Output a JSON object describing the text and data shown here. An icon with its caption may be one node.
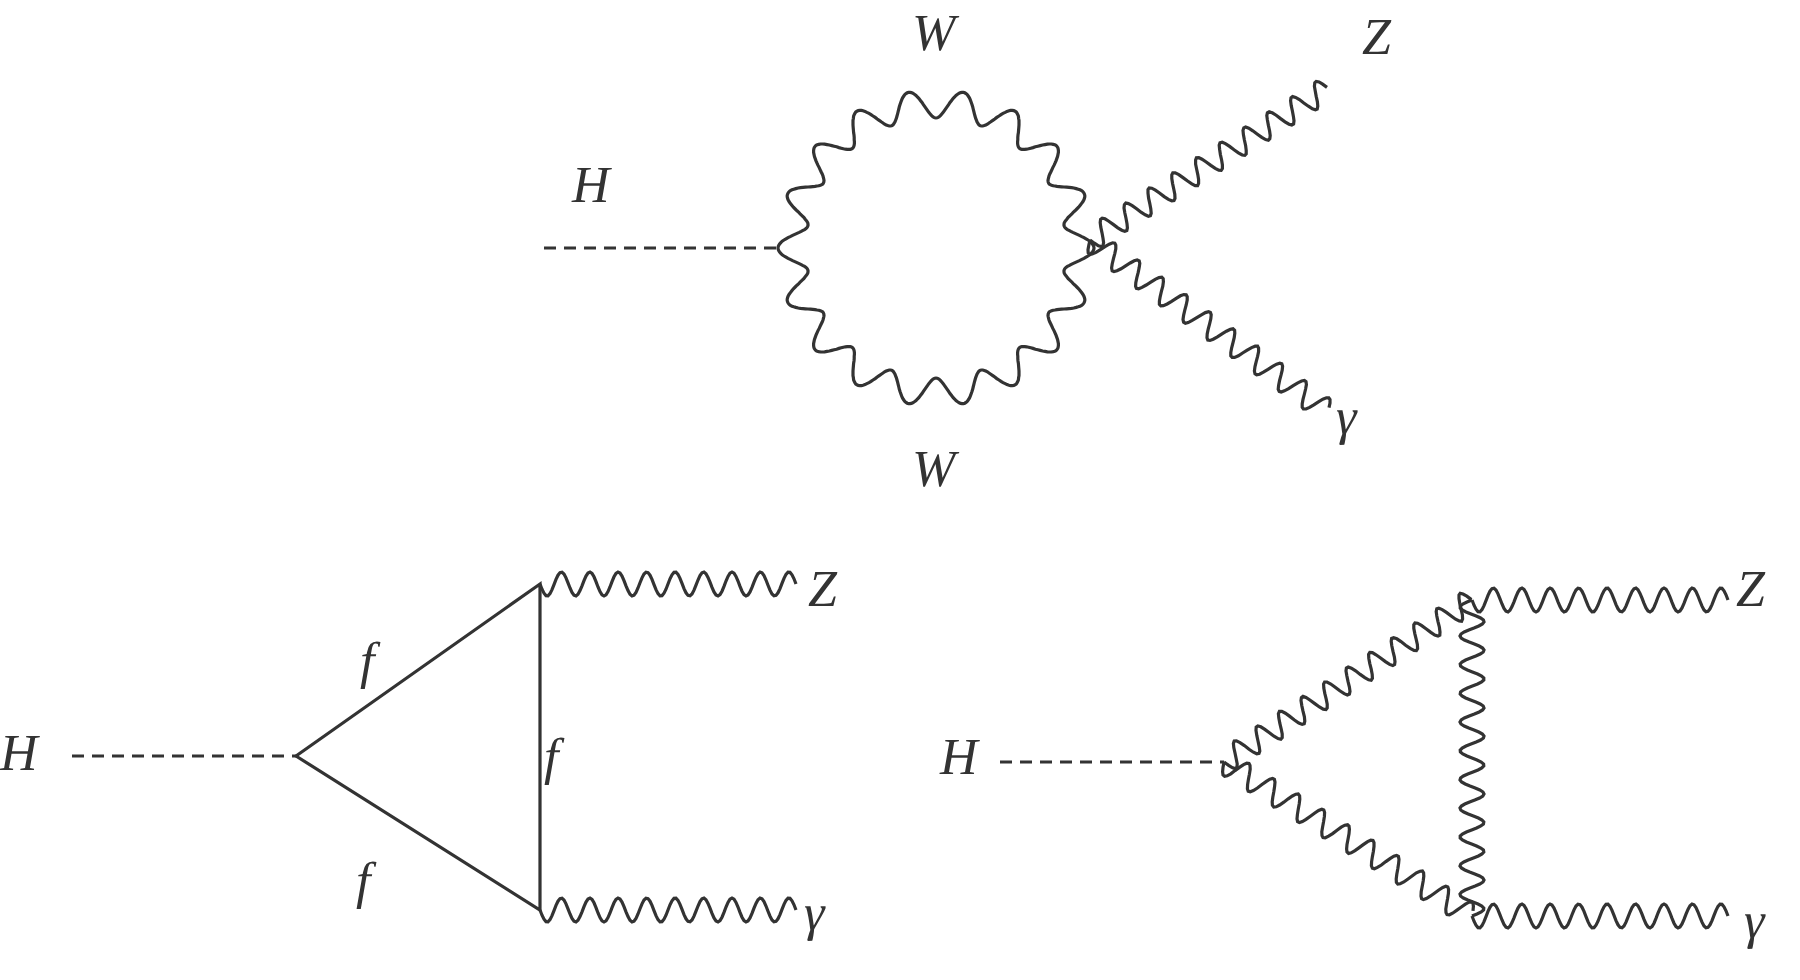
{
  "diagram": {
    "labels": [
      "H",
      "W",
      "Z",
      "γ",
      "W",
      "Z",
      "f",
      "H",
      "f",
      "f",
      "γ",
      "Z",
      "H",
      "γ"
    ]
  }
}
